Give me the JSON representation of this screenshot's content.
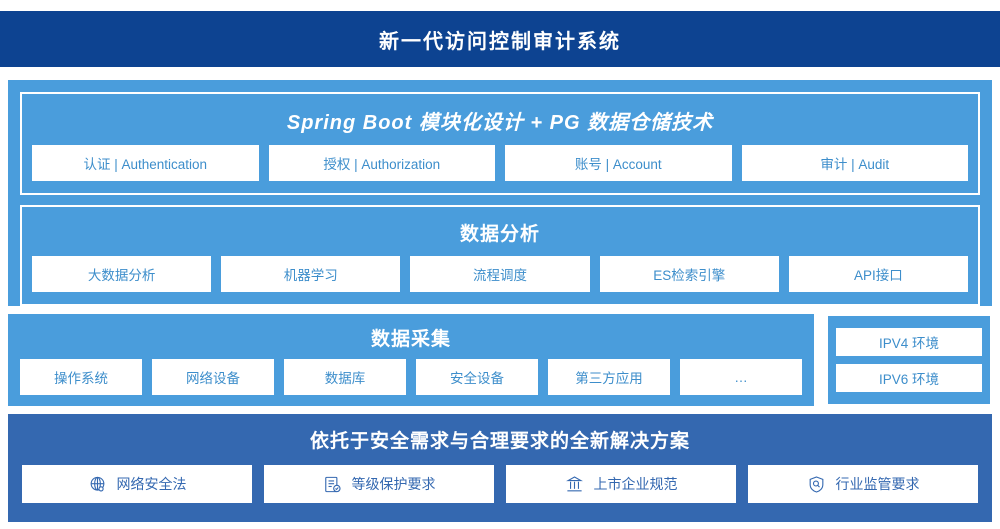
{
  "header": {
    "title": "新一代访问控制审计系统"
  },
  "platform": {
    "framework": {
      "title": "Spring Boot 模块化设计 + PG 数据仓储技术",
      "cards": [
        {
          "label": "认证 | Authentication"
        },
        {
          "label": "授权 | Authorization"
        },
        {
          "label": "账号 | Account"
        },
        {
          "label": "审计 | Audit"
        }
      ]
    },
    "analysis": {
      "title": "数据分析",
      "cards": [
        {
          "label": "大数据分析"
        },
        {
          "label": "机器学习"
        },
        {
          "label": "流程调度"
        },
        {
          "label": "ES检索引擎"
        },
        {
          "label": "API接口"
        }
      ]
    }
  },
  "collection": {
    "title": "数据采集",
    "cards": [
      {
        "label": "操作系统"
      },
      {
        "label": "网络设备"
      },
      {
        "label": "数据库"
      },
      {
        "label": "安全设备"
      },
      {
        "label": "第三方应用"
      },
      {
        "label": "…"
      }
    ]
  },
  "environment": {
    "cards": [
      {
        "label": "IPV4 环境"
      },
      {
        "label": "IPV6 环境"
      }
    ]
  },
  "solution": {
    "title": "依托于安全需求与合理要求的全新解决方案",
    "cards": [
      {
        "label": "网络安全法",
        "icon": "globe-network-icon"
      },
      {
        "label": "等级保护要求",
        "icon": "document-check-icon"
      },
      {
        "label": "上市企业规范",
        "icon": "bank-building-icon"
      },
      {
        "label": "行业监管要求",
        "icon": "shield-search-icon"
      }
    ]
  },
  "colors": {
    "header_bg": "#0d4391",
    "platform_bg": "#4a9ddc",
    "solution_bg": "#3468b0",
    "card_bg": "#ffffff",
    "card_text": "#3d8ecb",
    "solution_card_text": "#3468b0"
  }
}
